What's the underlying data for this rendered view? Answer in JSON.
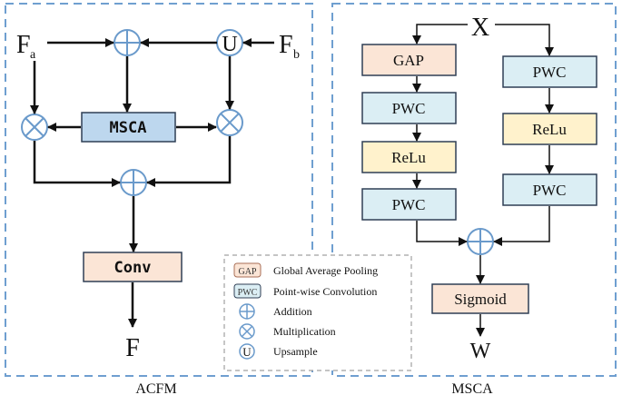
{
  "acfm": {
    "caption": "ACFM",
    "input_a": {
      "base": "F",
      "sub": "a"
    },
    "input_b": {
      "base": "F",
      "sub": "b"
    },
    "upsample_symbol": "U",
    "msca_label": "MSCA",
    "conv_label": "Conv",
    "output": "F"
  },
  "msca": {
    "caption": "MSCA",
    "input": "X",
    "left_branch": [
      "GAP",
      "PWC",
      "ReLu",
      "PWC"
    ],
    "right_branch": [
      "PWC",
      "ReLu",
      "PWC"
    ],
    "sigmoid_label": "Sigmoid",
    "output": "W"
  },
  "legend": {
    "items": [
      {
        "symbol": "GAP",
        "text": "Global Average Pooling"
      },
      {
        "symbol": "PWC",
        "text": "Point-wise Convolution"
      },
      {
        "symbol": "addition",
        "text": "Addition"
      },
      {
        "symbol": "multiplication",
        "text": "Multiplication"
      },
      {
        "symbol": "U",
        "text": "Upsample"
      }
    ]
  },
  "colors": {
    "panel_border": "#6f9fd0",
    "legend_border": "#a0a0a0",
    "gap_fill": "#fbe5d6",
    "gap_stroke": "#a86e56",
    "pwc_fill": "#dbeef4",
    "pwc_stroke": "#2f3f55",
    "relu_fill": "#fff2cc",
    "conv_fill": "#fbe5d6",
    "msca_fill": "#bdd7ee",
    "operator_stroke": "#6a9acb"
  }
}
